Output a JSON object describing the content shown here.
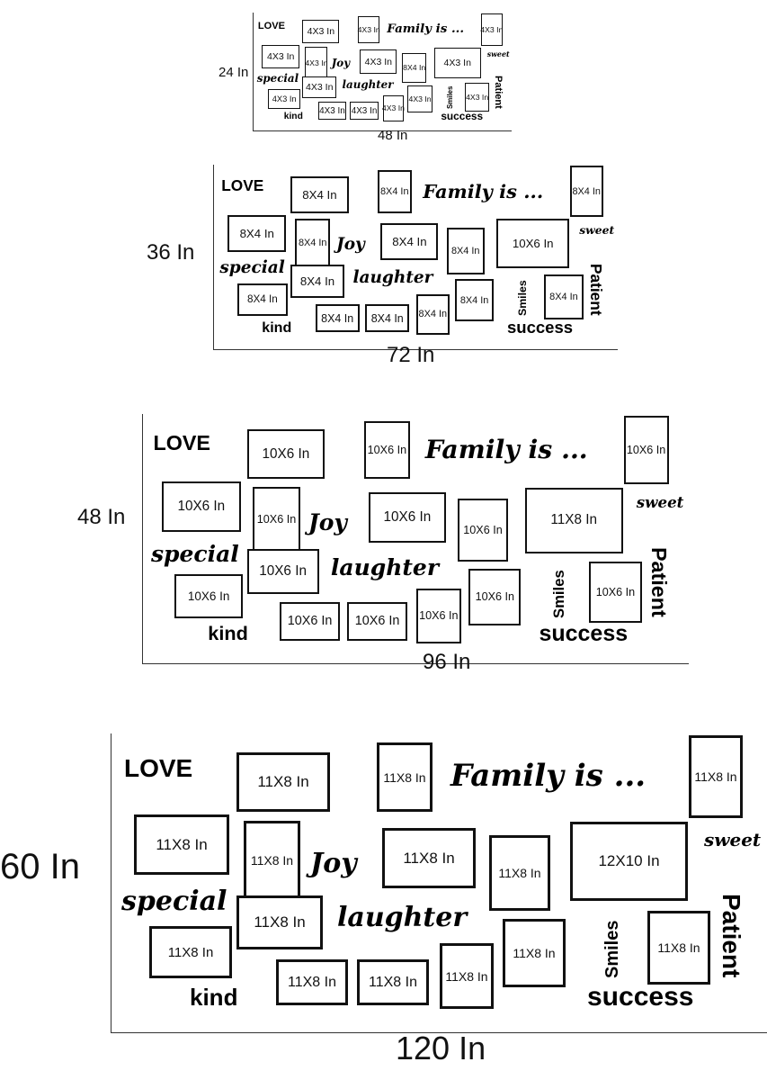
{
  "diagrams": [
    {
      "height_label": "24 In",
      "width_label": "48 In",
      "words": {
        "love": "LOVE",
        "family": "Family is ...",
        "sweet": "sweet",
        "joy": "Joy",
        "special": "special",
        "laughter": "laughter",
        "smiles": "Smiles",
        "patient": "Patient",
        "kind": "kind",
        "success": "success"
      },
      "frames": [
        "4X3 In",
        "4X3 In",
        "4X3 In",
        "4X3 In",
        "4X3 In",
        "4X3 In",
        "8X4 In",
        "4X3 In",
        "4X3 In",
        "4X3 In",
        "4X3 In",
        "4X3 In",
        "4X3 In",
        "4X3 In",
        "4X3 In",
        "4X3 In",
        "4X3 In",
        "4X3 In"
      ]
    },
    {
      "height_label": "36 In",
      "width_label": "72 In",
      "words": {
        "love": "LOVE",
        "family": "Family is ...",
        "sweet": "sweet",
        "joy": "Joy",
        "special": "special",
        "laughter": "laughter",
        "smiles": "Smiles",
        "patient": "Patient",
        "kind": "kind",
        "success": "success"
      },
      "frames": [
        "8X4 In",
        "8X4 In",
        "8X4 In",
        "8X4 In",
        "8X4 In",
        "8X4 In",
        "8X4 In",
        "10X6 In",
        "8X4 In",
        "8X4 In",
        "8X4 In",
        "8X4 In",
        "8X4 In",
        "8X4 In",
        "8X4 In",
        "8X4 In",
        "8X4 In",
        "8X4 In"
      ]
    },
    {
      "height_label": "48 In",
      "width_label": "96 In",
      "words": {
        "love": "LOVE",
        "family": "Family is ...",
        "sweet": "sweet",
        "joy": "Joy",
        "special": "special",
        "laughter": "laughter",
        "smiles": "Smiles",
        "patient": "Patient",
        "kind": "kind",
        "success": "success"
      },
      "frames": [
        "10X6 In",
        "10X6 In",
        "10X6 In",
        "10X6 In",
        "10X6 In",
        "10X6 In",
        "10X6 In",
        "11X8 In",
        "10X6 In",
        "10X6 In",
        "10X6 In",
        "10X6 In",
        "10X6 In",
        "10X6 In",
        "10X6 In",
        "10X6 In",
        "10X6 In",
        "10X6 In"
      ]
    },
    {
      "height_label": "60 In",
      "width_label": "120 In",
      "words": {
        "love": "LOVE",
        "family": "Family is ...",
        "sweet": "sweet",
        "joy": "Joy",
        "special": "special",
        "laughter": "laughter",
        "smiles": "Smiles",
        "patient": "Patient",
        "kind": "kind",
        "success": "success"
      },
      "frames": [
        "11X8 In",
        "11X8 In",
        "11X8 In",
        "11X8 In",
        "11X8 In",
        "11X8 In",
        "11X8 In",
        "12X10 In",
        "11X8 In",
        "11X8 In",
        "11X8 In",
        "11X8 In",
        "11X8 In",
        "11X8 In",
        "11X8 In",
        "11X8 In",
        "11X8 In",
        "11X8 In"
      ]
    }
  ]
}
